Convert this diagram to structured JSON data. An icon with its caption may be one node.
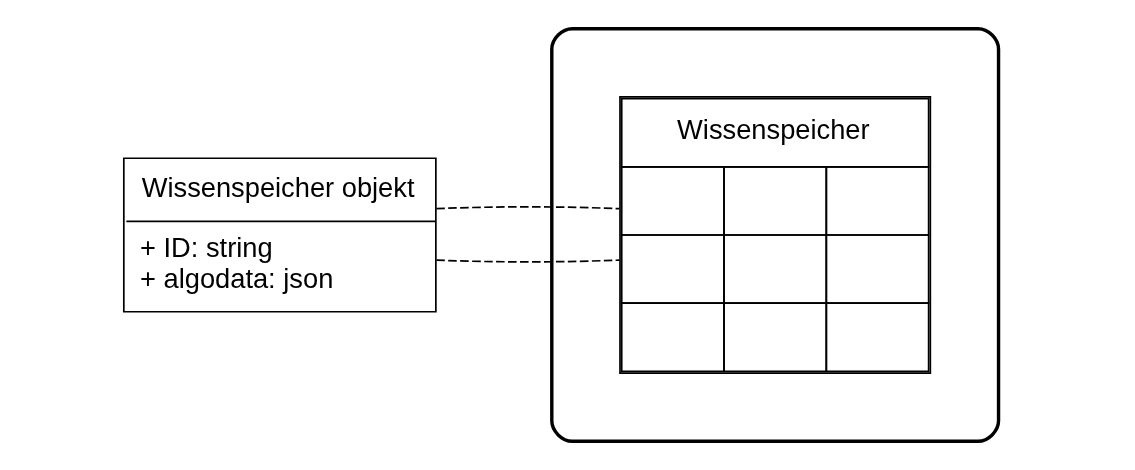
{
  "diagram": {
    "nodes": [
      {
        "text": [
          "Wissenspeicher objekt",
          "+ ID: string",
          "+ algodata: json"
        ]
      },
      {
        "text": [],
        "shape": "cylinder"
      },
      {
        "text": [
          "Wissenspeicher"
        ],
        "in": 1
      }
    ],
    "edges": [
      {
        "from": 0,
        "to": 2,
        "arrow": "none",
        "style": "dashed"
      },
      {
        "from": 0,
        "to": 2,
        "arrow": "none",
        "style": "dashed"
      }
    ]
  }
}
